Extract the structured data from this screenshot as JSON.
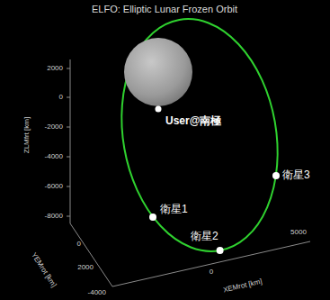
{
  "diagram": {
    "title": "ELFO: Elliptic Lunar Frozen Orbit",
    "labels": [
      "User@南極",
      "衛星1",
      "衛星2",
      "衛星3",
      "2000",
      "0",
      "-2000",
      "-4000",
      "-6000",
      "-8000",
      "ZLMfrt [km]",
      "0",
      "2000",
      "-4000",
      "YEMrot [km]",
      "0",
      "5000",
      "XEMrot [km]"
    ]
  }
}
